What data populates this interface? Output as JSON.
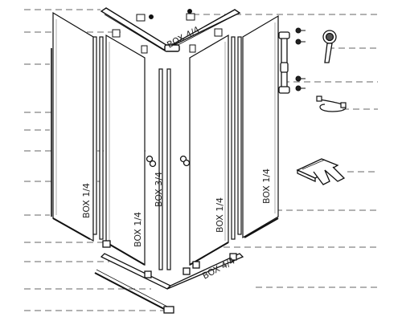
{
  "diagram": {
    "labels": {
      "box_top": "BOX 4/4",
      "box_bottom": "BOX 4/4",
      "box_left_panel": "BOX 1/4",
      "box_left_door": "BOX 1/4",
      "box_center": "BOX 3/4",
      "box_right_door": "BOX 1/4",
      "box_right_panel": "BOX 1/4"
    },
    "callout_count": 20,
    "icons": [
      "hand-shower-icon",
      "shower-hose-icon",
      "slide-rail-icon",
      "corner-bracket-icon"
    ]
  }
}
